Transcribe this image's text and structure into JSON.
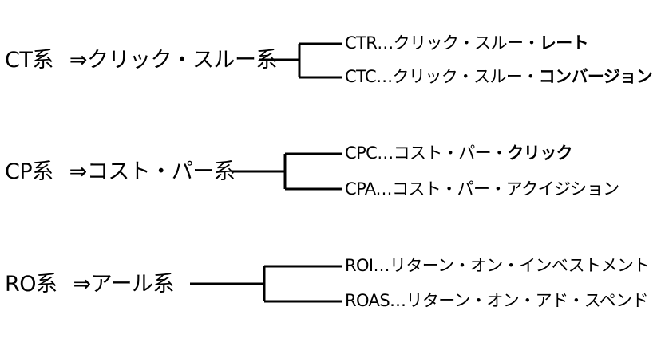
{
  "groups": [
    {
      "abbr": "CT系",
      "reading": "⇒クリック・スルー系",
      "items": [
        {
          "prefix": "CTR…クリック・スルー・",
          "emph": "レート",
          "suffix": ""
        },
        {
          "prefix": "CTC…クリック・スルー・",
          "emph": "コンバージョン",
          "suffix": ""
        }
      ]
    },
    {
      "abbr": "CP系",
      "reading": "⇒コスト・パー系",
      "items": [
        {
          "prefix": "CPC…コスト・パー・",
          "emph": "クリック",
          "suffix": ""
        },
        {
          "prefix": "CPA…コスト・パー・アクイジション",
          "emph": "",
          "suffix": ""
        }
      ]
    },
    {
      "abbr": "RO系",
      "reading": "⇒アール系",
      "items": [
        {
          "prefix": "ROI…リターン・オン・インベストメント",
          "emph": "",
          "suffix": ""
        },
        {
          "prefix": "ROAS…リターン・オン・アド・スペンド",
          "emph": "",
          "suffix": ""
        }
      ]
    }
  ]
}
